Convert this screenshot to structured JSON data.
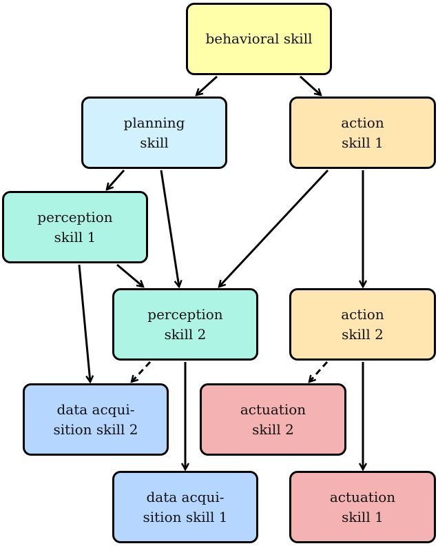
{
  "colors": {
    "behavioral": "#ffffaa",
    "planning": "#d0f1fd",
    "perception": "#aef4e4",
    "action": "#ffe6b0",
    "acquisition": "#b5d7ff",
    "actuation": "#f4b2b2",
    "stroke": "#000000"
  },
  "nodes": {
    "behavioral_skill": "behavioral skill",
    "planning_skill": "planning\nskill",
    "action_skill_1": "action\nskill 1",
    "perception_skill_1": "perception\nskill 1",
    "perception_skill_2": "perception\nskill 2",
    "action_skill_2": "action\nskill 2",
    "data_acquisition_skill_2": "data acqui-\nsition skill 2",
    "actuation_skill_2": "actuation\nskill 2",
    "data_acquisition_skill_1": "data acqui-\nsition skill 1",
    "actuation_skill_1": "actuation\nskill 1"
  },
  "edges": [
    {
      "from": "behavioral_skill",
      "to": "planning_skill",
      "style": "solid"
    },
    {
      "from": "behavioral_skill",
      "to": "action_skill_1",
      "style": "solid"
    },
    {
      "from": "planning_skill",
      "to": "perception_skill_1",
      "style": "solid"
    },
    {
      "from": "planning_skill",
      "to": "perception_skill_2",
      "style": "solid"
    },
    {
      "from": "action_skill_1",
      "to": "perception_skill_2",
      "style": "solid"
    },
    {
      "from": "action_skill_1",
      "to": "action_skill_2",
      "style": "solid"
    },
    {
      "from": "perception_skill_1",
      "to": "perception_skill_2",
      "style": "solid"
    },
    {
      "from": "perception_skill_1",
      "to": "data_acquisition_skill_2",
      "style": "solid"
    },
    {
      "from": "perception_skill_2",
      "to": "data_acquisition_skill_2",
      "style": "dashed"
    },
    {
      "from": "perception_skill_2",
      "to": "data_acquisition_skill_1",
      "style": "solid"
    },
    {
      "from": "action_skill_2",
      "to": "actuation_skill_2",
      "style": "dashed"
    },
    {
      "from": "action_skill_2",
      "to": "actuation_skill_1",
      "style": "solid"
    }
  ]
}
